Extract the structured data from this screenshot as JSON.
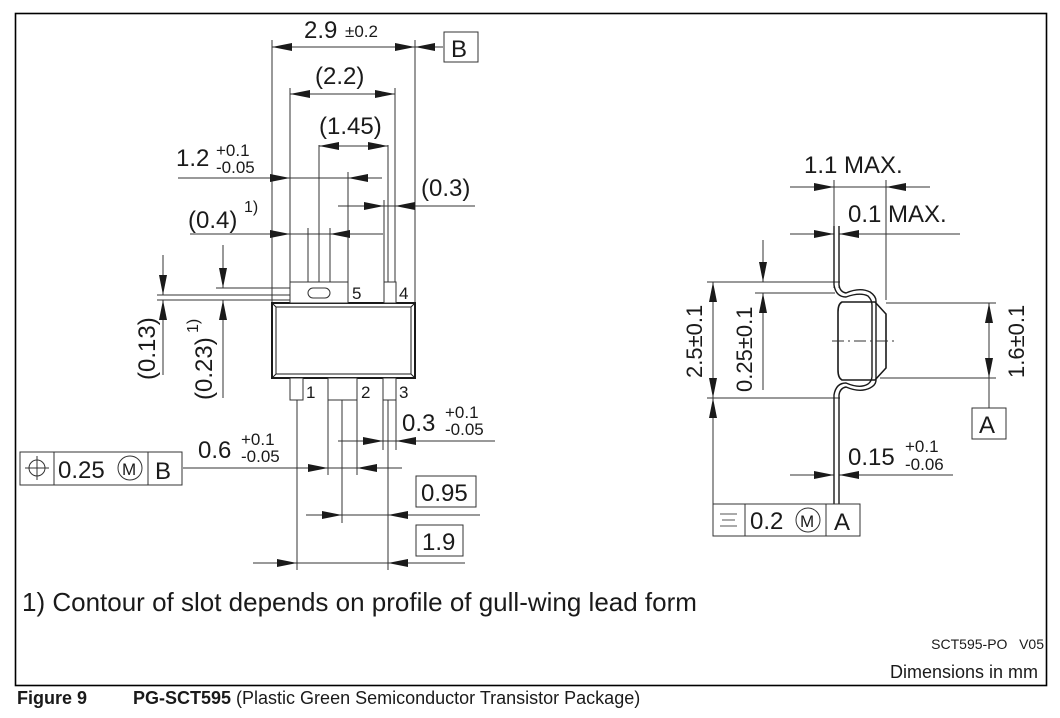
{
  "drawing": {
    "top_view": {
      "width_overall": {
        "value": "2.9",
        "tol": "±0.2"
      },
      "datum_b_label": "B",
      "dim_2_2": "(2.2)",
      "dim_1_45": "(1.45)",
      "dim_1_2": {
        "value": "1.2",
        "tol_upper": "+0.1",
        "tol_lower": "-0.05"
      },
      "dim_0_3_ref": "(0.3)",
      "dim_0_4": {
        "value": "(0.4)",
        "note": "1)"
      },
      "dim_0_13": "(0.13)",
      "dim_0_23": {
        "value": "(0.23)",
        "note": "1)"
      },
      "pins": [
        "1",
        "2",
        "3",
        "4",
        "5"
      ],
      "dim_0_3": {
        "value": "0.3",
        "tol_upper": "+0.1",
        "tol_lower": "-0.05"
      },
      "dim_0_6": {
        "value": "0.6",
        "tol_upper": "+0.1",
        "tol_lower": "-0.05"
      },
      "position_tolerance": {
        "symbol": "position",
        "value": "0.25",
        "modifier": "M",
        "datum": "B"
      },
      "pitch": "0.95",
      "pitch_total": "1.9"
    },
    "side_view": {
      "dim_1_1": "1.1 MAX.",
      "dim_0_1": "0.1 MAX.",
      "dim_2_5": "2.5±0.1",
      "dim_0_25": "0.25±0.1",
      "dim_1_6": "1.6±0.1",
      "datum_a_label": "A",
      "dim_0_15": {
        "value": "0.15",
        "tol_upper": "+0.1",
        "tol_lower": "-0.06"
      },
      "symmetry_tolerance": {
        "symbol": "symmetry",
        "value": "0.2",
        "modifier": "M",
        "datum": "A"
      }
    },
    "footnote": "1) Contour of slot depends on profile of gull-wing lead form",
    "drawing_id": "SCT595-PO   V05",
    "units_note": "Dimensions in mm"
  },
  "caption": {
    "figure_label": "Figure 9",
    "package_name": "PG-SCT595",
    "description": " (Plastic Green Semiconductor Transistor Package)"
  }
}
